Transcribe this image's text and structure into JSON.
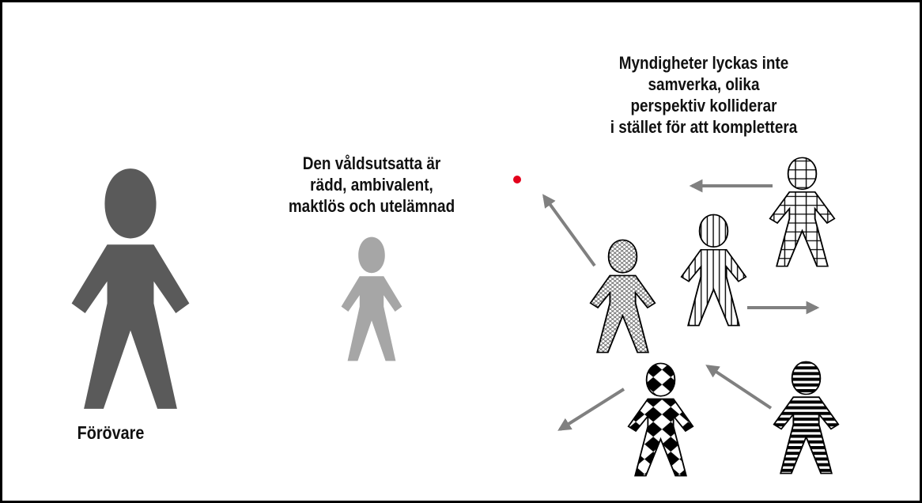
{
  "labels": {
    "agencies": "Myndigheter lyckas inte\nsamverka, olika\nperspektiv kolliderar\ni stället för att komplettera",
    "victim": "Den våldsutsatta är\nrädd, ambivalent,\nmaktlös och utelämnad",
    "perpetrator": "Förövare"
  },
  "colors": {
    "perpetrator_fill": "#5a5a5a",
    "victim_fill": "#a6a6a6",
    "arrow": "#808080",
    "dot": "#e3001b",
    "outline": "#000000"
  },
  "figures": [
    {
      "name": "perpetrator-figure",
      "style": "solid-dark"
    },
    {
      "name": "victim-figure",
      "style": "solid-light"
    },
    {
      "name": "agency-figure-crosshatch",
      "style": "crosshatch"
    },
    {
      "name": "agency-figure-vertical-stripes",
      "style": "vertical-stripes"
    },
    {
      "name": "agency-figure-grid",
      "style": "grid"
    },
    {
      "name": "agency-figure-harlequin",
      "style": "harlequin"
    },
    {
      "name": "agency-figure-horizontal-stripes",
      "style": "horizontal-stripes"
    }
  ]
}
